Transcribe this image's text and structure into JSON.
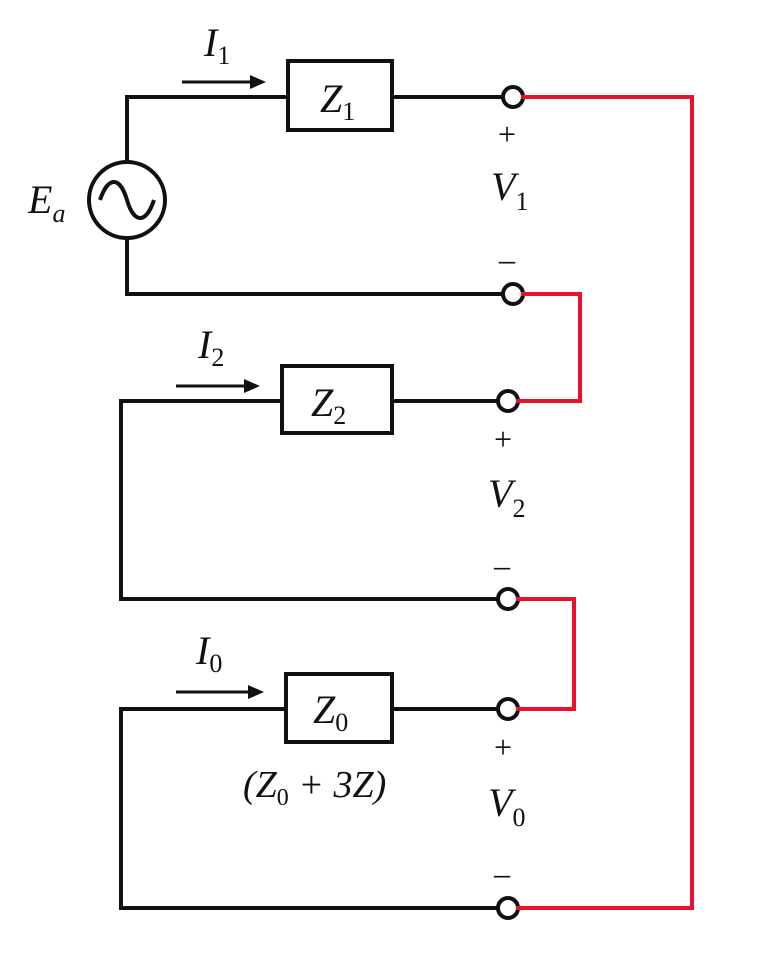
{
  "source": {
    "symbol": "E",
    "subscript": "a"
  },
  "branches": [
    {
      "current": "I",
      "current_sub": "1",
      "impedance": "Z",
      "impedance_sub": "1",
      "voltage": "V",
      "voltage_sub": "1",
      "plus": "+",
      "minus": "–"
    },
    {
      "current": "I",
      "current_sub": "2",
      "impedance": "Z",
      "impedance_sub": "2",
      "voltage": "V",
      "voltage_sub": "2",
      "plus": "+",
      "minus": "–"
    },
    {
      "current": "I",
      "current_sub": "0",
      "impedance": "Z",
      "impedance_sub": "0",
      "voltage": "V",
      "voltage_sub": "0",
      "plus": "+",
      "minus": "–"
    }
  ],
  "zero_note": {
    "open": "(",
    "z": "Z",
    "z_sub": "0",
    "plus": " + 3",
    "z2": "Z",
    "close": ")"
  },
  "colors": {
    "connection": "#e8102a",
    "wire": "#111111"
  }
}
